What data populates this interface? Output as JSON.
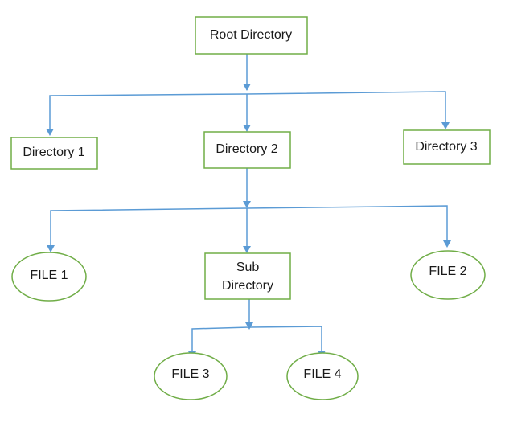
{
  "nodes": {
    "root": "Root Directory",
    "dir1": "Directory 1",
    "dir2": "Directory 2",
    "dir3": "Directory 3",
    "file1": "FILE 1",
    "subdir_line1": "Sub",
    "subdir_line2": "Directory",
    "file2": "FILE 2",
    "file3": "FILE 3",
    "file4": "FILE 4"
  },
  "colors": {
    "node_border": "#70ad47",
    "connector": "#5b9bd5",
    "text": "#1a1a1a"
  }
}
